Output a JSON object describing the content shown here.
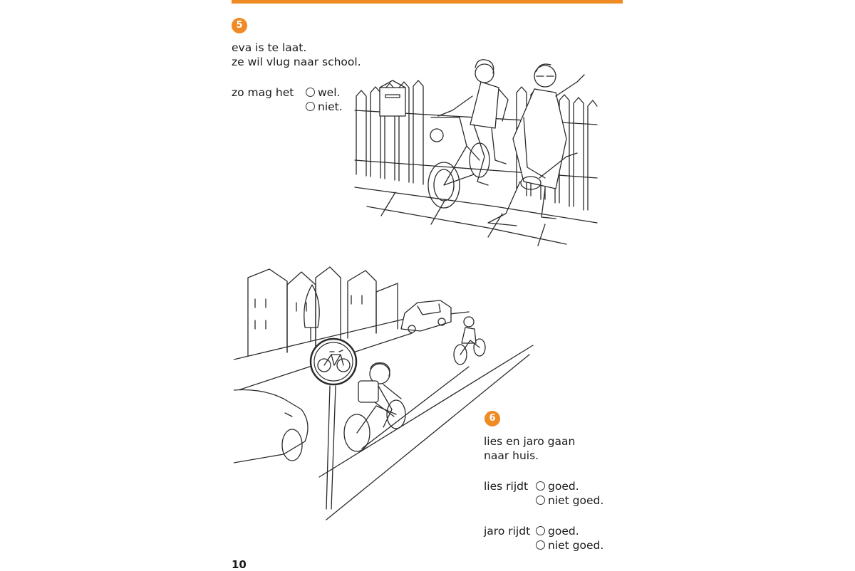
{
  "colors": {
    "accent": "#f08a24"
  },
  "exercise5": {
    "number": "5",
    "line1": "eva is te laat.",
    "line2": "ze wil vlug naar school.",
    "prompt": "zo mag het",
    "options": [
      "wel.",
      "niet."
    ]
  },
  "exercise6": {
    "number": "6",
    "line1": "lies en jaro gaan",
    "line2": "naar huis.",
    "q1": {
      "prompt": "lies rijdt",
      "options": [
        "goed.",
        "niet goed."
      ]
    },
    "q2": {
      "prompt": "jaro rijdt",
      "options": [
        "goed.",
        "niet goed."
      ]
    }
  },
  "page_number": "10",
  "illustrations": [
    "sidewalk-cyclist-scene",
    "bike-path-street-scene"
  ]
}
